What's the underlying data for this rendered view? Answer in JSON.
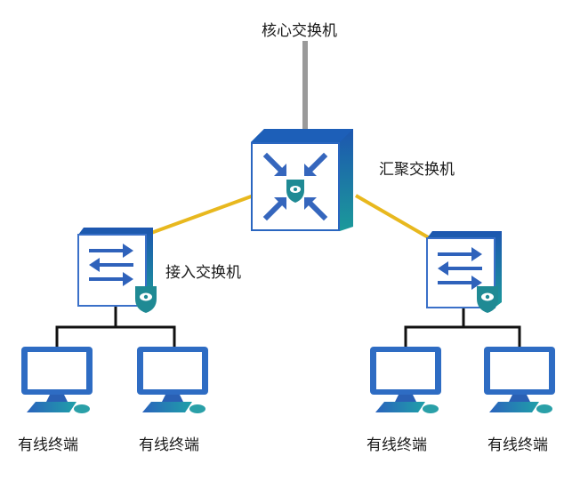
{
  "diagram": {
    "colors": {
      "core_uplink": "#9a9a9a",
      "agg_link": "#e8b81e",
      "access_link": "#111111",
      "device_blue": "#2f6fc4",
      "device_dark": "#1d4f9e",
      "device_teal": "#1f8f9a"
    },
    "core": {
      "label": "核心交换机"
    },
    "aggregation": {
      "label": "汇聚交换机",
      "icon": "converge-arrows-icon"
    },
    "access": [
      {
        "label": "接入交换机",
        "icon": "bidirectional-arrows-icon",
        "terminals": [
          {
            "label": "有线终端"
          },
          {
            "label": "有线终端"
          }
        ]
      },
      {
        "label": "",
        "icon": "bidirectional-arrows-icon",
        "terminals": [
          {
            "label": "有线终端"
          },
          {
            "label": "有线终端"
          }
        ]
      }
    ]
  }
}
